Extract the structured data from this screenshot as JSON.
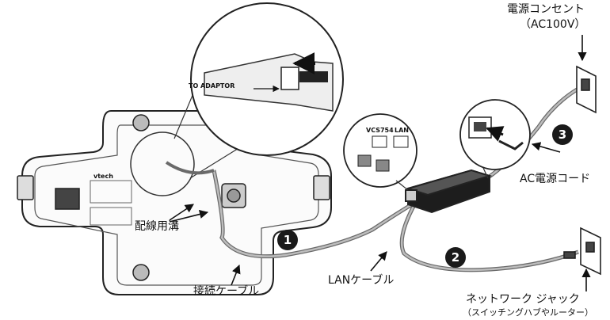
{
  "labels": {
    "power_outlet_line1": "電源コンセント",
    "power_outlet_line2": "（AC100V）",
    "to_adaptor": "TO ADAPTOR",
    "vcs_port": "VCS754",
    "lan_port": "LAN",
    "vtech_logo": "vtech",
    "wiring_groove": "配線用溝",
    "ac_power_cord": "AC電源コード",
    "connection_cable": "接続ケーブル",
    "lan_cable": "LANケーブル",
    "network_jack": "ネットワーク ジャック",
    "network_jack_note": "（スイッチングハブやルーター）"
  },
  "steps": [
    "1",
    "2",
    "3"
  ]
}
